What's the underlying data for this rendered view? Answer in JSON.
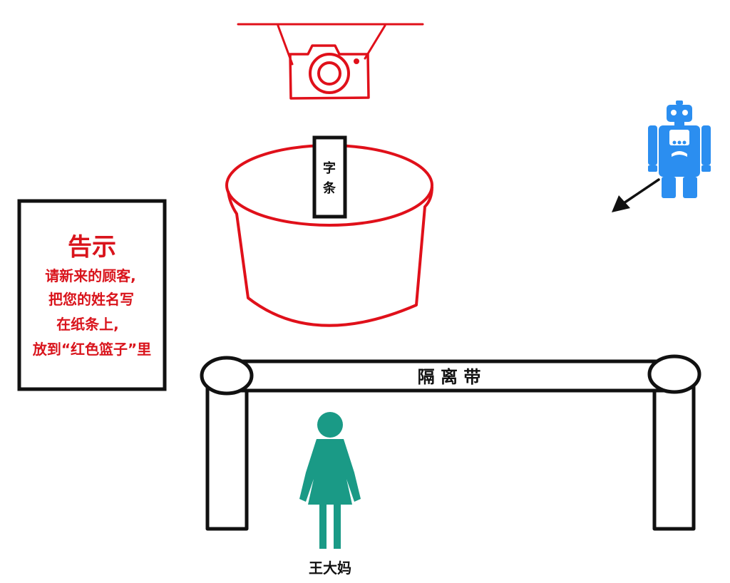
{
  "notice": {
    "title": "告示",
    "lines": [
      "请新来的顾客,",
      "把您的姓名写",
      "在纸条上,",
      "放到“红色篮子”里"
    ]
  },
  "paper_slip": {
    "chars": [
      "字",
      "条"
    ]
  },
  "barrier": {
    "label": "隔 离 带"
  },
  "person": {
    "name": "王大妈"
  },
  "colors": {
    "camera_red": "#e0101a",
    "notice_red": "#d9141c",
    "robot_blue": "#2b8ef0",
    "person_teal": "#1a9a86",
    "sketch": "#111111"
  },
  "icons": [
    "camera-icon",
    "robot-icon",
    "woman-icon"
  ]
}
